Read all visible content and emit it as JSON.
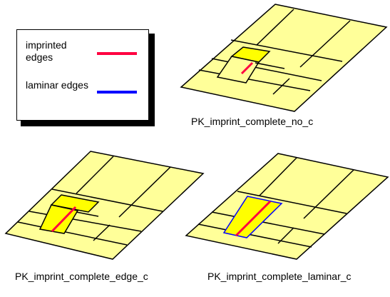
{
  "legend": {
    "imprinted_label": "imprinted edges",
    "laminar_label": "laminar edges",
    "imprinted_color": "#ff0040",
    "laminar_color": "#0000ff"
  },
  "captions": {
    "top_right": "PK_imprint_complete_no_c",
    "bottom_left": "PK_imprint_complete_edge_c",
    "bottom_right": "PK_imprint_complete_laminar_c"
  },
  "colors": {
    "face_fill": "#ffff99",
    "highlight_fill": "#ffff00",
    "outline": "#000000"
  }
}
